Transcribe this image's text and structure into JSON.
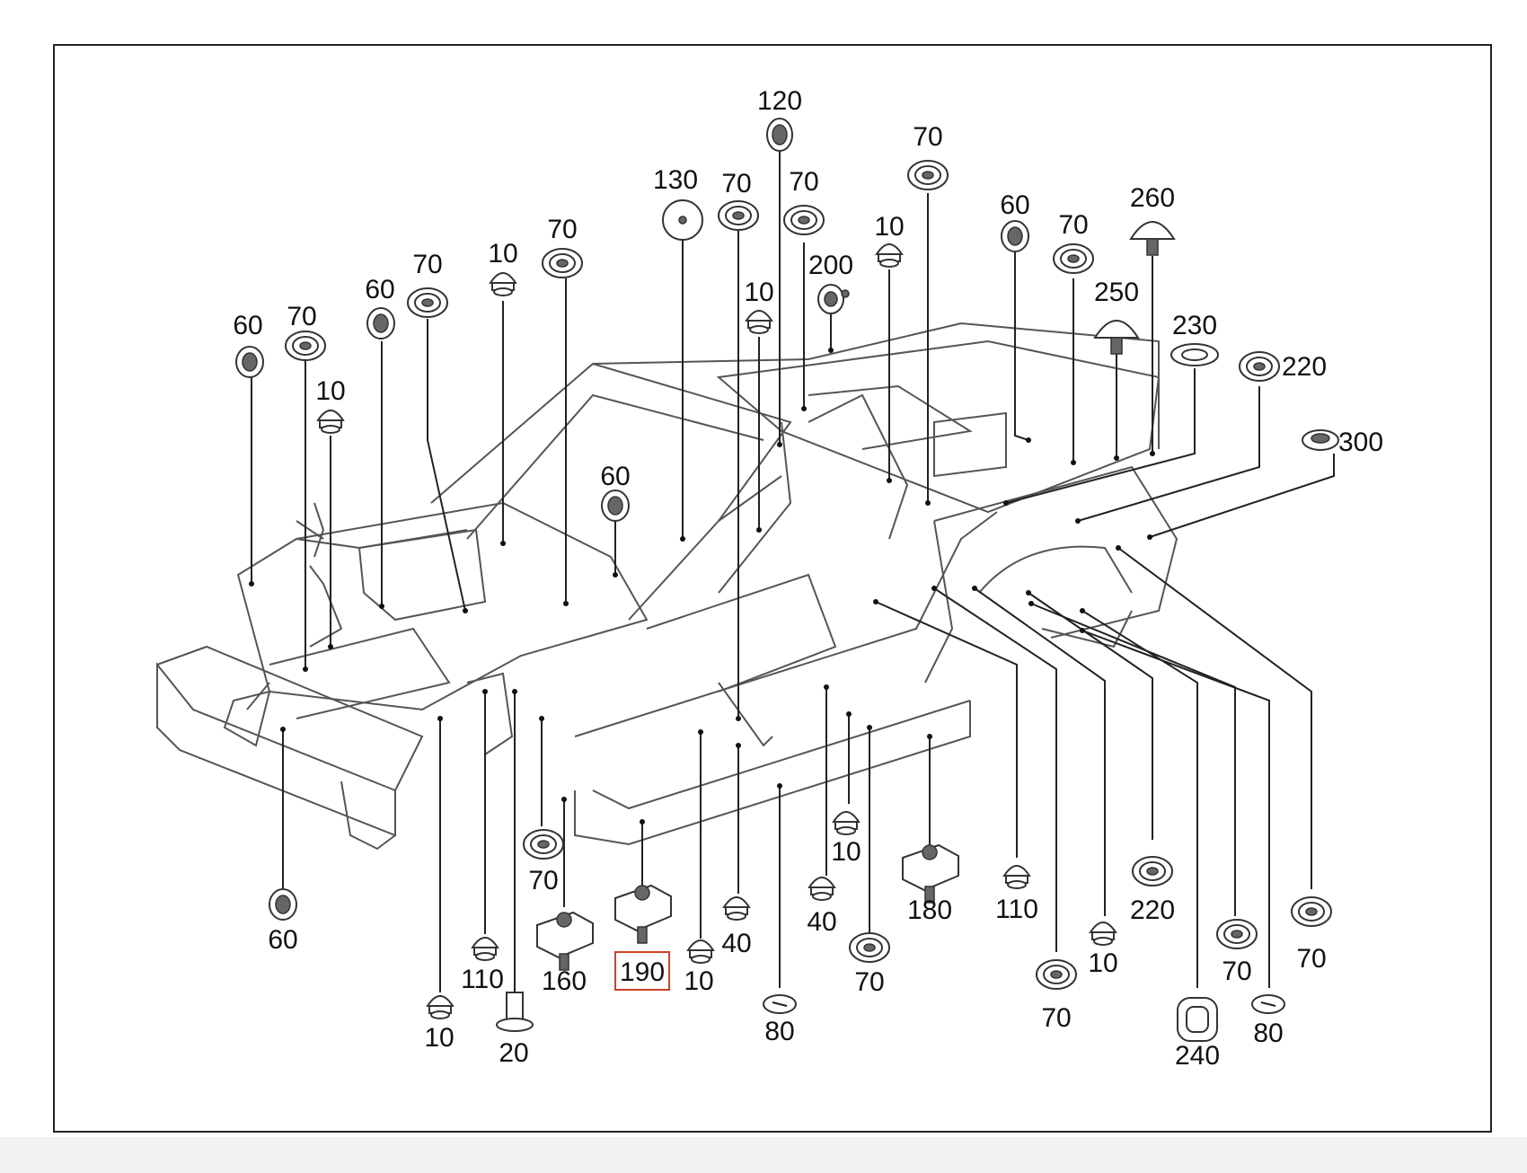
{
  "diagram": {
    "highlight_color": "#d04020",
    "highlighted_part": "190",
    "parts": [
      {
        "label": "120",
        "shape": "grommet-tall"
      },
      {
        "label": "130",
        "shape": "cap"
      },
      {
        "label": "70",
        "shape": "grommet"
      },
      {
        "label": "70",
        "shape": "grommet"
      },
      {
        "label": "70",
        "shape": "grommet"
      },
      {
        "label": "200",
        "shape": "clip"
      },
      {
        "label": "10",
        "shape": "plug"
      },
      {
        "label": "10",
        "shape": "plug"
      },
      {
        "label": "60",
        "shape": "grommet-small"
      },
      {
        "label": "70",
        "shape": "grommet"
      },
      {
        "label": "260",
        "shape": "mushroom"
      },
      {
        "label": "250",
        "shape": "mushroom"
      },
      {
        "label": "230",
        "shape": "washer"
      },
      {
        "label": "220",
        "shape": "grommet"
      },
      {
        "label": "300",
        "shape": "grommet-flat"
      },
      {
        "label": "60",
        "shape": "grommet-small"
      },
      {
        "label": "70",
        "shape": "grommet"
      },
      {
        "label": "10",
        "shape": "plug"
      },
      {
        "label": "60",
        "shape": "grommet-small"
      },
      {
        "label": "70",
        "shape": "grommet"
      },
      {
        "label": "10",
        "shape": "plug"
      },
      {
        "label": "70",
        "shape": "grommet"
      },
      {
        "label": "60",
        "shape": "grommet-small"
      },
      {
        "label": "60",
        "shape": "grommet-small"
      },
      {
        "label": "10",
        "shape": "plug"
      },
      {
        "label": "110",
        "shape": "plug"
      },
      {
        "label": "20",
        "shape": "pin"
      },
      {
        "label": "70",
        "shape": "grommet"
      },
      {
        "label": "160",
        "shape": "mount"
      },
      {
        "label": "190",
        "shape": "mount"
      },
      {
        "label": "10",
        "shape": "plug"
      },
      {
        "label": "40",
        "shape": "plug"
      },
      {
        "label": "80",
        "shape": "disc"
      },
      {
        "label": "10",
        "shape": "plug"
      },
      {
        "label": "40",
        "shape": "plug"
      },
      {
        "label": "70",
        "shape": "grommet"
      },
      {
        "label": "180",
        "shape": "mount"
      },
      {
        "label": "110",
        "shape": "plug"
      },
      {
        "label": "70",
        "shape": "grommet"
      },
      {
        "label": "10",
        "shape": "plug"
      },
      {
        "label": "220",
        "shape": "grommet"
      },
      {
        "label": "240",
        "shape": "square-grommet"
      },
      {
        "label": "70",
        "shape": "grommet"
      },
      {
        "label": "80",
        "shape": "disc"
      },
      {
        "label": "70",
        "shape": "grommet"
      }
    ]
  }
}
